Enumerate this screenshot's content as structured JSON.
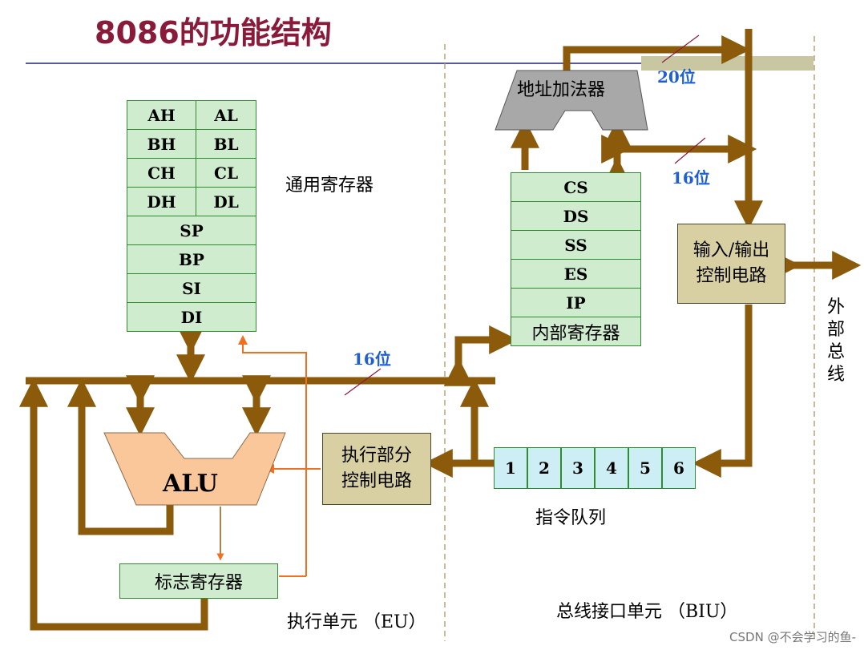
{
  "title": "8086的功能结构",
  "general_registers": {
    "label": "通用寄存器",
    "pairs": [
      [
        "AH",
        "AL"
      ],
      [
        "BH",
        "BL"
      ],
      [
        "CH",
        "CL"
      ],
      [
        "DH",
        "DL"
      ]
    ],
    "singles": [
      "SP",
      "BP",
      "SI",
      "DI"
    ]
  },
  "segment_registers": {
    "items": [
      "CS",
      "DS",
      "SS",
      "ES",
      "IP"
    ],
    "internal_label": "内部寄存器"
  },
  "address_adder": "地址加法器",
  "io_control": "输入/输出控制电路",
  "external_bus": "外部总线",
  "bus_widths": {
    "addr20": "20位",
    "biu16": "16位",
    "eu16": "16位"
  },
  "alu": "ALU",
  "exec_control": "执行部分控制电路",
  "flag_register": "标志寄存器",
  "instruction_queue": {
    "cells": [
      "1",
      "2",
      "3",
      "4",
      "5",
      "6"
    ],
    "label": "指令队列"
  },
  "eu_label": "执行单元 （EU）",
  "biu_label": "总线接口单元 （BIU）",
  "watermark": "CSDN @不会学习的鱼-",
  "colors": {
    "bus": "#8b5a0a",
    "register": "#cfeccf",
    "control": "#d8cfa2",
    "alu": "#f9c79a",
    "adder": "#a8a8a8",
    "queue": "#cdeef5",
    "signal": "#f07020"
  }
}
